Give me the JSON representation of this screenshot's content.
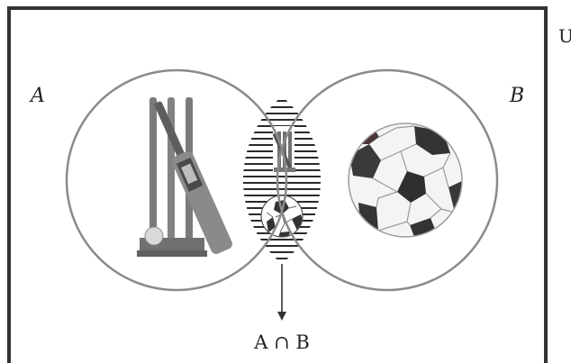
{
  "universal_label": "U",
  "set_a_label": "A",
  "set_b_label": "B",
  "intersection_label": "A ∩ B",
  "colors": {
    "frame": "#333333",
    "circle": "#8a8a8a",
    "hatch": "#2a2a2a",
    "wood": "#7a7a7a",
    "ball_dark": "#3a3a3a"
  },
  "icons": {
    "set_a": "cricket-bat-stumps-icon",
    "set_b": "football-icon",
    "intersection": [
      "cricket-icon",
      "football-icon"
    ]
  }
}
